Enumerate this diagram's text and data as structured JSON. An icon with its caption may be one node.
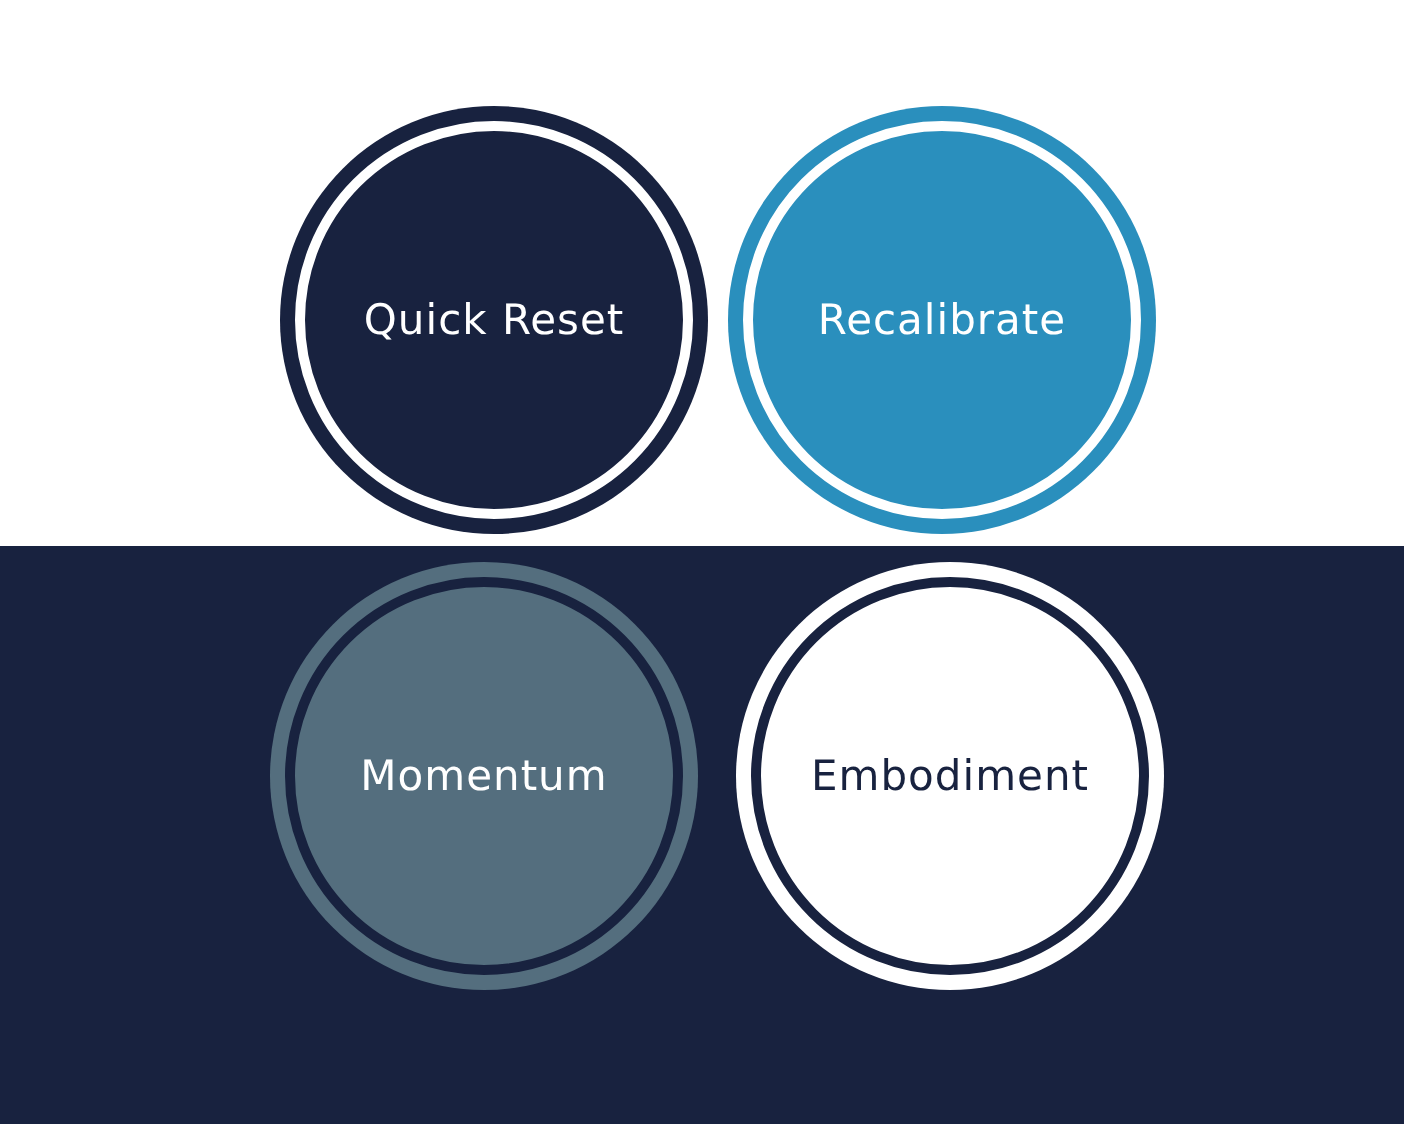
{
  "diagram": {
    "nodes": [
      {
        "text": [
          "Quick Reset"
        ]
      },
      {
        "text": [
          "Recalibrate"
        ]
      },
      {
        "text": [
          "Momentum"
        ]
      },
      {
        "text": [
          "Embodiment"
        ]
      }
    ]
  }
}
